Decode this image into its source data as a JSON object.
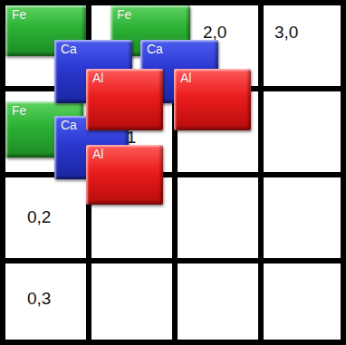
{
  "diagram": {
    "nodes": [
      {
        "text": [
          "Fe"
        ]
      },
      {
        "text": [
          "Fe"
        ]
      },
      {
        "text": [
          "Fe"
        ]
      },
      {
        "text": [
          "Ca"
        ]
      },
      {
        "text": [
          "Ca"
        ]
      },
      {
        "text": [
          "Ca"
        ]
      },
      {
        "text": [
          "Al"
        ]
      },
      {
        "text": [
          "Al"
        ]
      },
      {
        "text": [
          "Al"
        ]
      }
    ],
    "labels": [
      "2,0",
      "3,0",
      "1,1",
      "0,2",
      "0,3"
    ]
  }
}
